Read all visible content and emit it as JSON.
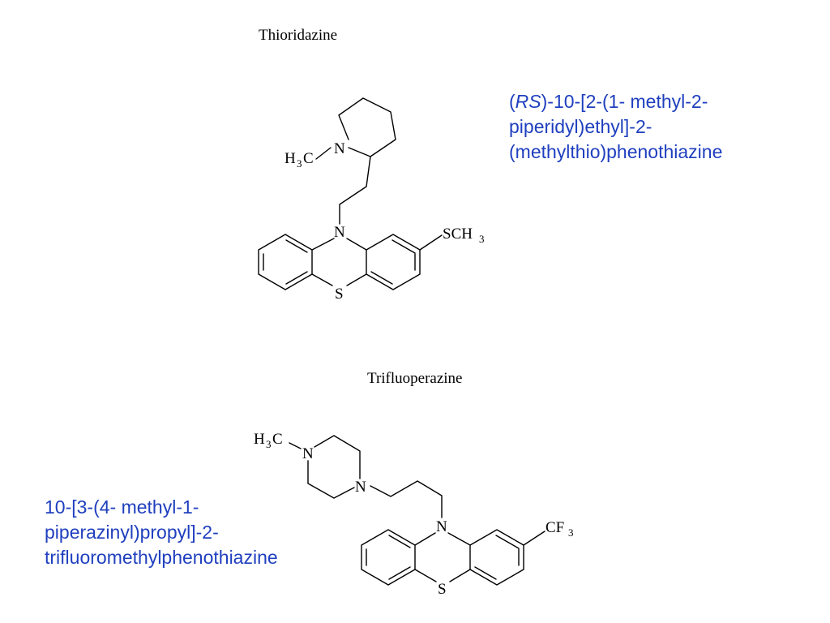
{
  "thioridazine": {
    "title": "Thioridazine",
    "name_prefix": "(",
    "name_italic": "RS",
    "name_line1_rest": ")-10-[2-(1- methyl-2-",
    "name_line2": "piperidyl)ethyl]-2-",
    "name_line3": "(methylthio)phenothiazine",
    "atoms": {
      "n_piperidine": "N",
      "methyl_h": "H",
      "methyl_sub": "3",
      "methyl_c": "C",
      "n_ring": "N",
      "s_ring": "S",
      "sch3_main": "SCH",
      "sch3_sub": "3"
    }
  },
  "trifluoperazine": {
    "title": "Trifluoperazine",
    "name_line1": "10-[3-(4- methyl-1-",
    "name_line2": "piperazinyl)propyl]-2-",
    "name_line3": "trifluoromethylphenothiazine",
    "atoms": {
      "methyl_h": "H",
      "methyl_sub": "3",
      "methyl_c": "C",
      "n_top": "N",
      "n_bottom": "N",
      "n_ring": "N",
      "s_ring": "S",
      "cf3_main": "CF",
      "cf3_sub": "3"
    }
  },
  "colors": {
    "name_text": "#1f3fbf",
    "structure": "#000000"
  }
}
